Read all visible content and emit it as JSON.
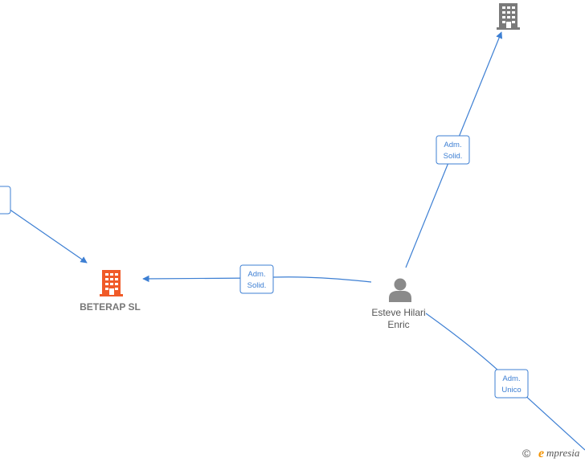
{
  "nodes": {
    "beterap": {
      "label": "BETERAP SL",
      "color": "#f05a28"
    },
    "top_company": {
      "label": "",
      "color": "#7a7a7a"
    },
    "person": {
      "label_line1": "Esteve Hilari",
      "label_line2": "Enric",
      "color": "#8a8a8a"
    }
  },
  "edges": {
    "left_partial": {
      "line1": "",
      "line2": ""
    },
    "to_beterap": {
      "line1": "Adm.",
      "line2": "Solid."
    },
    "to_top": {
      "line1": "Adm.",
      "line2": "Solid."
    },
    "to_bottom_right": {
      "line1": "Adm.",
      "line2": "Unico"
    }
  },
  "colors": {
    "edge": "#3d7fd3",
    "accent_brand": "#f39200"
  },
  "watermark": {
    "copyright": "©",
    "brand_initial": "e",
    "brand_rest": "mpresia"
  }
}
